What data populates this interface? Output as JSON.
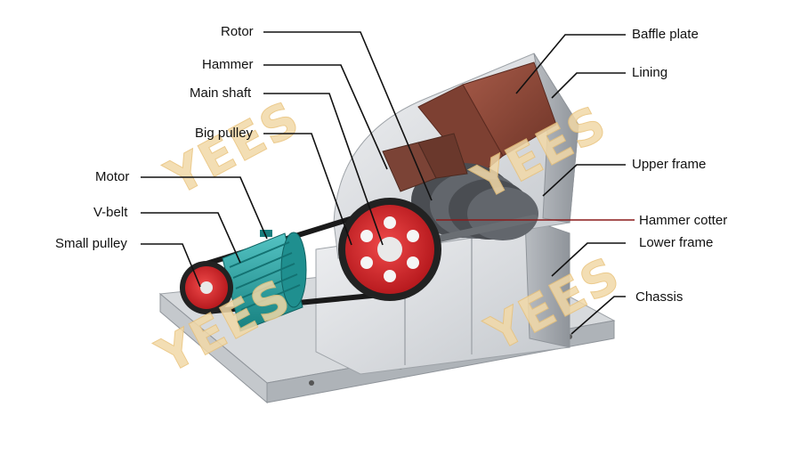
{
  "labels": {
    "rotor": "Rotor",
    "hammer": "Hammer",
    "main_shaft": "Main shaft",
    "big_pulley": "Big pulley",
    "motor": "Motor",
    "v_belt": "V-belt",
    "small_pulley": "Small pulley",
    "baffle_plate": "Baffle plate",
    "lining": "Lining",
    "upper_frame": "Upper frame",
    "hammer_cotter": "Hammer cotter",
    "lower_frame": "Lower frame",
    "chassis": "Chassis"
  },
  "watermark": {
    "text": "YEES"
  },
  "colors": {
    "frame_light": "#e4e6e8",
    "frame_mid": "#c9cdd1",
    "frame_dark": "#9ea3a8",
    "lining": "#8a4a3a",
    "pulley_red": "#d8262b",
    "motor_teal": "#2aa7a8",
    "belt": "#1a1a1a",
    "leader": "#111111",
    "hammer_cotter_leader": "#8b1a1a"
  }
}
